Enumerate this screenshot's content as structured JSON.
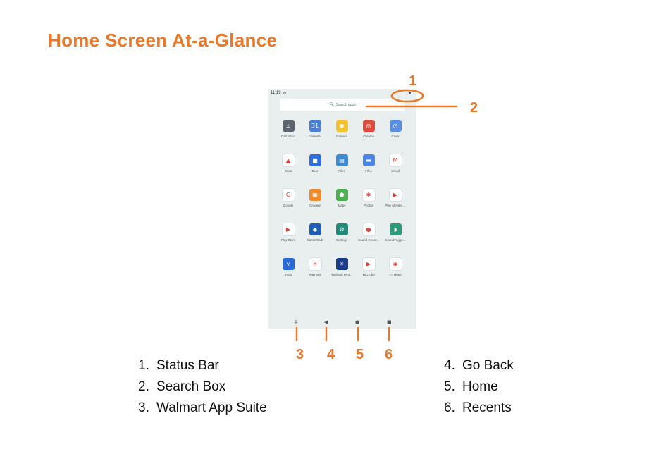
{
  "title": "Home Screen At-a-Glance",
  "colors": {
    "accent": "#e8782a",
    "screen_bg": "#e9efee"
  },
  "device": {
    "status_bar": {
      "time": "11:19",
      "icon": "gear-icon"
    },
    "search": {
      "label": "Search apps",
      "icon": "search-icon"
    },
    "apps": [
      {
        "label": "Calculator",
        "icon": "calculator-icon",
        "color": "#5a6570",
        "glyph": "±"
      },
      {
        "label": "Calendar",
        "icon": "calendar-icon",
        "color": "#4a7fd4",
        "glyph": "31"
      },
      {
        "label": "Camera",
        "icon": "camera-icon",
        "color": "#f2c232",
        "glyph": "◉"
      },
      {
        "label": "Chrome",
        "icon": "chrome-icon",
        "color": "#e04a3a",
        "glyph": "◎"
      },
      {
        "label": "Clock",
        "icon": "clock-icon",
        "color": "#5a8ee0",
        "glyph": "◷"
      },
      {
        "label": "Drive",
        "icon": "drive-icon",
        "color": "#ffffff",
        "glyph": "▲"
      },
      {
        "label": "Duo",
        "icon": "duo-icon",
        "color": "#2a6ee0",
        "glyph": "■"
      },
      {
        "label": "Files",
        "icon": "files-photo-icon",
        "color": "#3a8ad8",
        "glyph": "▤"
      },
      {
        "label": "Files",
        "icon": "files-folder-icon",
        "color": "#4a86e8",
        "glyph": "▬"
      },
      {
        "label": "Gmail",
        "icon": "gmail-icon",
        "color": "#ffffff",
        "glyph": "M"
      },
      {
        "label": "Google",
        "icon": "google-icon",
        "color": "#ffffff",
        "glyph": "G"
      },
      {
        "label": "Grocery",
        "icon": "grocery-icon",
        "color": "#f08a2a",
        "glyph": "▦"
      },
      {
        "label": "Maps",
        "icon": "maps-icon",
        "color": "#4caf50",
        "glyph": "⬟"
      },
      {
        "label": "Photos",
        "icon": "photos-icon",
        "color": "#ffffff",
        "glyph": "✱"
      },
      {
        "label": "Play Movies ...",
        "icon": "play-movies-icon",
        "color": "#ffffff",
        "glyph": "▶"
      },
      {
        "label": "Play Store",
        "icon": "play-store-icon",
        "color": "#ffffff",
        "glyph": "▶"
      },
      {
        "label": "Sam's Club",
        "icon": "sams-club-icon",
        "color": "#1d5fb4",
        "glyph": "◆"
      },
      {
        "label": "Settings",
        "icon": "settings-icon",
        "color": "#1e8a7a",
        "glyph": "⚙"
      },
      {
        "label": "Sound Recor...",
        "icon": "sound-recorder-icon",
        "color": "#ffffff",
        "glyph": "●"
      },
      {
        "label": "SoundTrigge...",
        "icon": "sound-trigger-icon",
        "color": "#2a9a7a",
        "glyph": "◗"
      },
      {
        "label": "Vudu",
        "icon": "vudu-icon",
        "color": "#2a6ad8",
        "glyph": "v"
      },
      {
        "label": "Walmart",
        "icon": "walmart-icon",
        "color": "#ffffff",
        "glyph": "✳"
      },
      {
        "label": "Walmart eRo...",
        "icon": "walmart-ero-icon",
        "color": "#1a3a8a",
        "glyph": "✳"
      },
      {
        "label": "YouTube",
        "icon": "youtube-icon",
        "color": "#ffffff",
        "glyph": "▶"
      },
      {
        "label": "YT Music",
        "icon": "yt-music-icon",
        "color": "#ffffff",
        "glyph": "◉"
      }
    ]
  },
  "callouts": [
    "1",
    "2",
    "3",
    "4",
    "5",
    "6"
  ],
  "legend_left": [
    {
      "num": "1.",
      "text": "Status Bar"
    },
    {
      "num": "2.",
      "text": "Search Box"
    },
    {
      "num": "3.",
      "text": "Walmart App Suite"
    }
  ],
  "legend_right": [
    {
      "num": "4.",
      "text": "Go Back"
    },
    {
      "num": "5.",
      "text": "Home"
    },
    {
      "num": "6.",
      "text": "Recents"
    }
  ]
}
